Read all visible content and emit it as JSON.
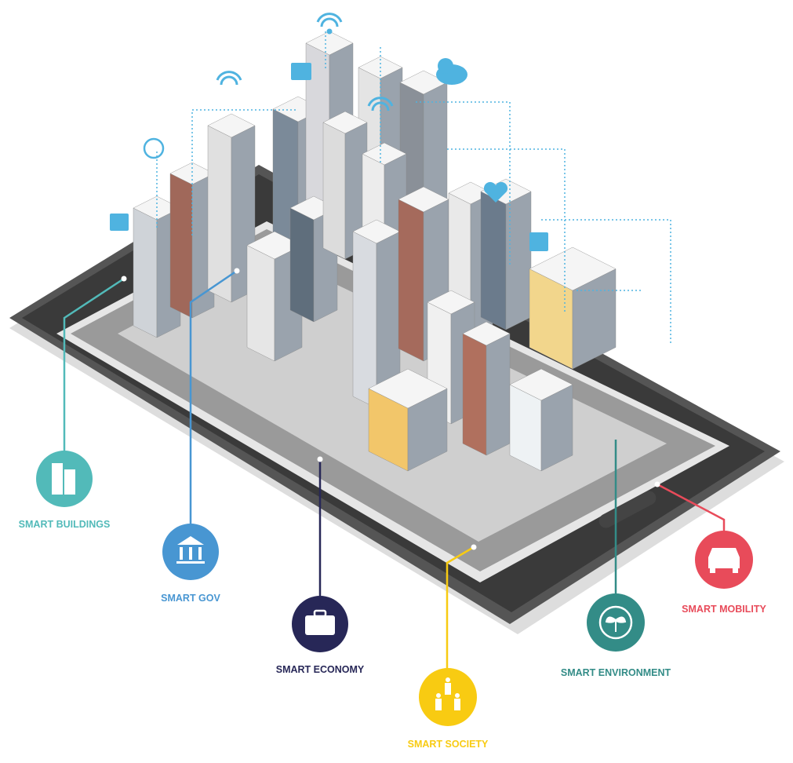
{
  "title": "Smart City",
  "categories": [
    {
      "id": "buildings",
      "label": "SMART BUILDINGS",
      "icon": "buildings-icon",
      "color": "#52BAB9"
    },
    {
      "id": "gov",
      "label": "SMART GOV",
      "icon": "government-building-icon",
      "color": "#4896D2"
    },
    {
      "id": "economy",
      "label": "SMART ECONOMY",
      "icon": "briefcase-icon",
      "color": "#272757"
    },
    {
      "id": "society",
      "label": "SMART SOCIETY",
      "icon": "people-network-icon",
      "color": "#F8CB12"
    },
    {
      "id": "environment",
      "label": "SMART ENVIRONMENT",
      "icon": "plant-recycle-icon",
      "color": "#338C87"
    },
    {
      "id": "mobility",
      "label": "SMART MOBILITY",
      "icon": "car-icon",
      "color": "#E84B5A"
    }
  ],
  "accent_lines": "#4FB3E0"
}
